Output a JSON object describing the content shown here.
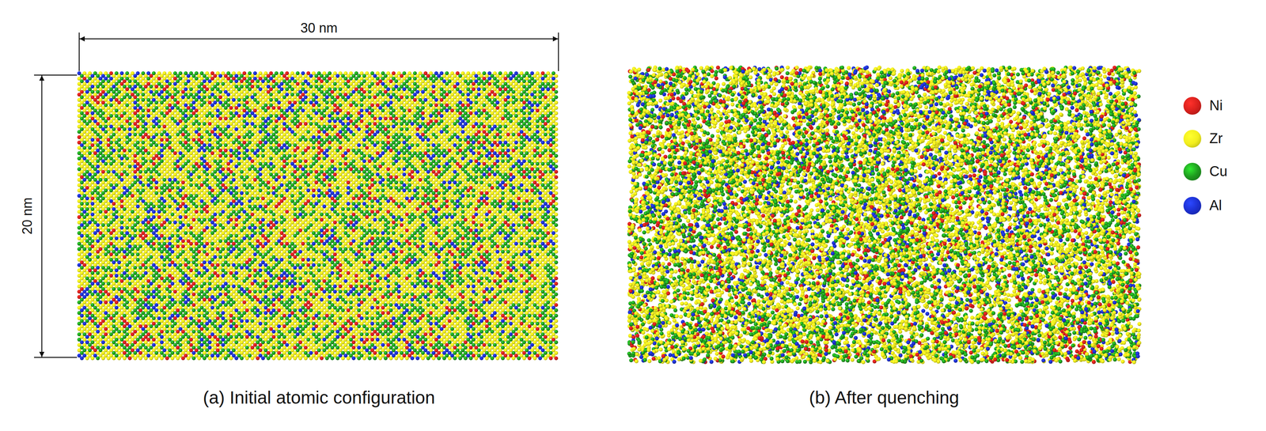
{
  "diagram": {
    "labels": [
      "30 nm",
      "20 nm",
      "(a) Initial atomic configuration",
      "(b) After quenching"
    ],
    "legend": [
      {
        "text": "Ni",
        "color": "#d8201c"
      },
      {
        "text": "Zr",
        "color": "#f2ee1e"
      },
      {
        "text": "Cu",
        "color": "#1f9a1f"
      },
      {
        "text": "Al",
        "color": "#1c2fd0"
      }
    ]
  }
}
